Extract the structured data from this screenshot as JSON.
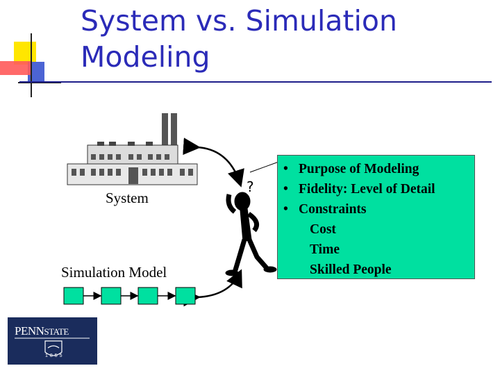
{
  "title": "System vs. Simulation\nModeling",
  "labels": {
    "system": "System",
    "simulation_model": "Simulation Model",
    "question": "?"
  },
  "bullets": [
    "Purpose of Modeling",
    "Fidelity: Level of Detail",
    "Constraints"
  ],
  "sub_bullets": [
    "Cost",
    "Time",
    "Skilled People"
  ],
  "logo": {
    "text_line1": "PENN",
    "text_line2": "STATE",
    "year": "1855"
  },
  "colors": {
    "title": "#2b2bb8",
    "box": "#00e0a0",
    "logo_bg": "#1a2c5c"
  },
  "model_block_count": 4
}
